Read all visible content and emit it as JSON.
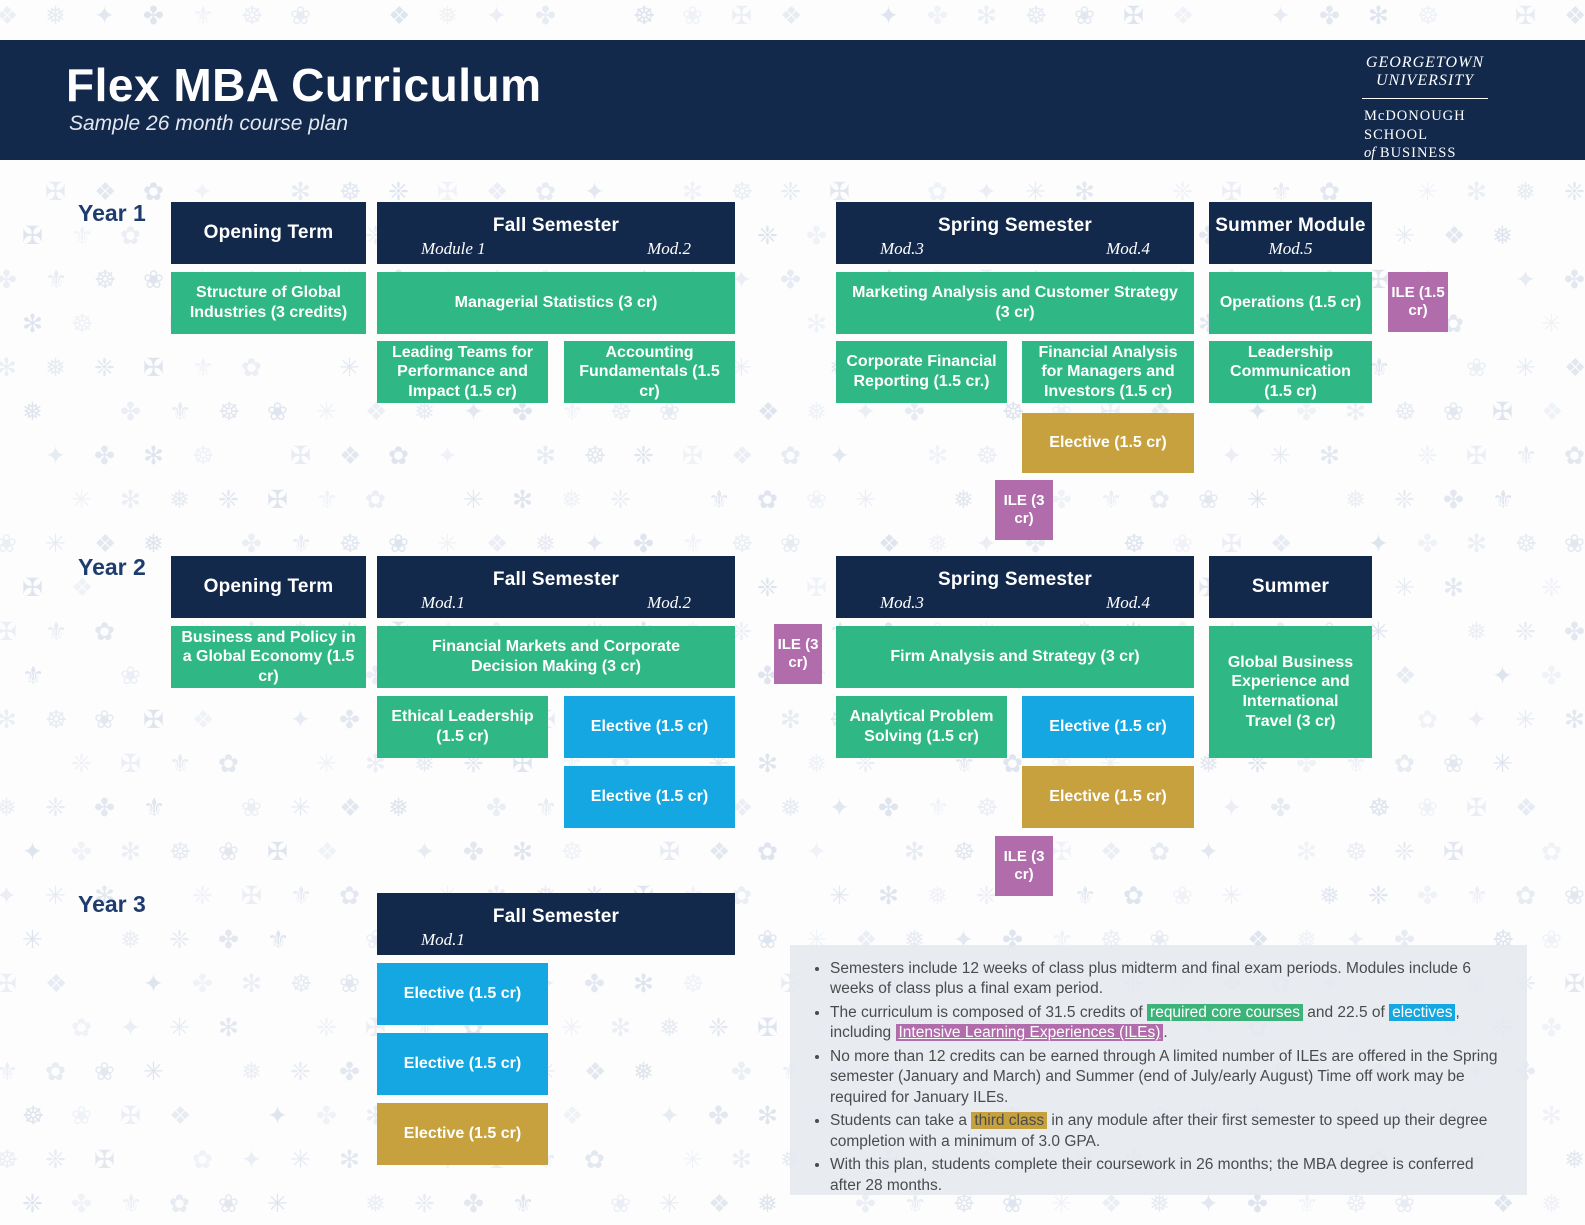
{
  "banner": {
    "title": "Flex MBA Curriculum",
    "subtitle": "Sample 26 month course plan",
    "logo": {
      "line1": "GEORGETOWN",
      "line2": "UNIVERSITY",
      "line3": "McDONOUGH",
      "line4": "SCHOOL",
      "line5_prefix": "of",
      "line5": "BUSINESS"
    }
  },
  "colors": {
    "navy": "#13294b",
    "core_green": "#2fb886",
    "elective_blue": "#15a7e1",
    "elective_gold": "#c6a13d",
    "ile_purple": "#b06cab"
  },
  "years": [
    {
      "label": "Year 1",
      "terms": [
        {
          "title": "Opening Term"
        },
        {
          "title": "Fall Semester",
          "mod_left": "Module 1",
          "mod_right": "Mod.2"
        },
        {
          "title": "Spring Semester",
          "mod_left": "Mod.3",
          "mod_right": "Mod.4"
        },
        {
          "title": "Summer Module",
          "mod_center": "Mod.5"
        }
      ],
      "courses": [
        {
          "label": "Structure of Global Industries (3 credits)",
          "type": "core"
        },
        {
          "label": "Managerial Statistics (3 cr)",
          "type": "core"
        },
        {
          "label": "Marketing Analysis and Customer Strategy (3 cr)",
          "type": "core"
        },
        {
          "label": "Operations (1.5 cr)",
          "type": "core"
        },
        {
          "label": "ILE (1.5 cr)",
          "type": "ile"
        },
        {
          "label": "Leading Teams for Performance and Impact (1.5 cr)",
          "type": "core"
        },
        {
          "label": "Accounting Fundamentals (1.5 cr)",
          "type": "core"
        },
        {
          "label": "Corporate Financial Reporting (1.5 cr.)",
          "type": "core"
        },
        {
          "label": "Financial Analysis for Managers and Investors (1.5 cr)",
          "type": "core"
        },
        {
          "label": "Leadership Communication (1.5 cr)",
          "type": "core"
        },
        {
          "label": "Elective (1.5 cr)",
          "type": "elective-gold"
        },
        {
          "label": "ILE (3 cr)",
          "type": "ile"
        }
      ]
    },
    {
      "label": "Year 2",
      "terms": [
        {
          "title": "Opening Term"
        },
        {
          "title": "Fall Semester",
          "mod_left": "Mod.1",
          "mod_right": "Mod.2"
        },
        {
          "title": "Spring Semester",
          "mod_left": "Mod.3",
          "mod_right": "Mod.4"
        },
        {
          "title": "Summer"
        }
      ],
      "courses": [
        {
          "label": "Business and Policy in a Global Economy (1.5 cr)",
          "type": "core"
        },
        {
          "label": "Financial Markets and Corporate Decision Making (3 cr)",
          "type": "core"
        },
        {
          "label": "ILE (3 cr)",
          "type": "ile"
        },
        {
          "label": "Firm Analysis and Strategy (3 cr)",
          "type": "core"
        },
        {
          "label": "Global Business Experience and International Travel (3 cr)",
          "type": "core"
        },
        {
          "label": "Ethical Leadership (1.5 cr)",
          "type": "core"
        },
        {
          "label": "Elective (1.5 cr)",
          "type": "elective-blue"
        },
        {
          "label": "Elective (1.5 cr)",
          "type": "elective-blue"
        },
        {
          "label": "Analytical Problem Solving (1.5 cr)",
          "type": "core"
        },
        {
          "label": "Elective (1.5 cr)",
          "type": "elective-blue"
        },
        {
          "label": "Elective (1.5 cr)",
          "type": "elective-gold"
        },
        {
          "label": "ILE (3 cr)",
          "type": "ile"
        }
      ]
    },
    {
      "label": "Year 3",
      "terms": [
        {
          "title": "Fall Semester",
          "mod_left": "Mod.1",
          "mod_right": ""
        }
      ],
      "courses": [
        {
          "label": "Elective (1.5 cr)",
          "type": "elective-blue"
        },
        {
          "label": "Elective (1.5 cr)",
          "type": "elective-blue"
        },
        {
          "label": "Elective (1.5 cr)",
          "type": "elective-gold"
        }
      ]
    }
  ],
  "notes": {
    "bullets": [
      {
        "segments": [
          {
            "text": "Semesters include 12 weeks of class plus midterm and final exam periods. Modules include 6 weeks of class plus a final exam period."
          }
        ]
      },
      {
        "segments": [
          {
            "text": "The curriculum is composed of 31.5 credits of "
          },
          {
            "text": "required core courses",
            "highlight": "green"
          },
          {
            "text": " and 22.5 of "
          },
          {
            "text": "electives",
            "highlight": "blue"
          },
          {
            "text": ", including "
          },
          {
            "text": "Intensive Learning Experiences (ILEs)",
            "highlight": "purple"
          },
          {
            "text": "."
          }
        ]
      },
      {
        "segments": [
          {
            "text": "No more than 12 credits can be earned through A limited number of ILEs are offered in the Spring semester (January and March) and Summer (end of July/early August) Time off work may be required for January ILEs."
          }
        ]
      },
      {
        "segments": [
          {
            "text": "Students can take a "
          },
          {
            "text": "third class",
            "highlight": "gold"
          },
          {
            "text": " in any module after their first semester to speed up their degree completion with a minimum of 3.0 GPA."
          }
        ]
      },
      {
        "segments": [
          {
            "text": "With this plan, students complete their coursework in 26 months; the MBA degree is conferred after 28 months."
          }
        ]
      }
    ]
  }
}
